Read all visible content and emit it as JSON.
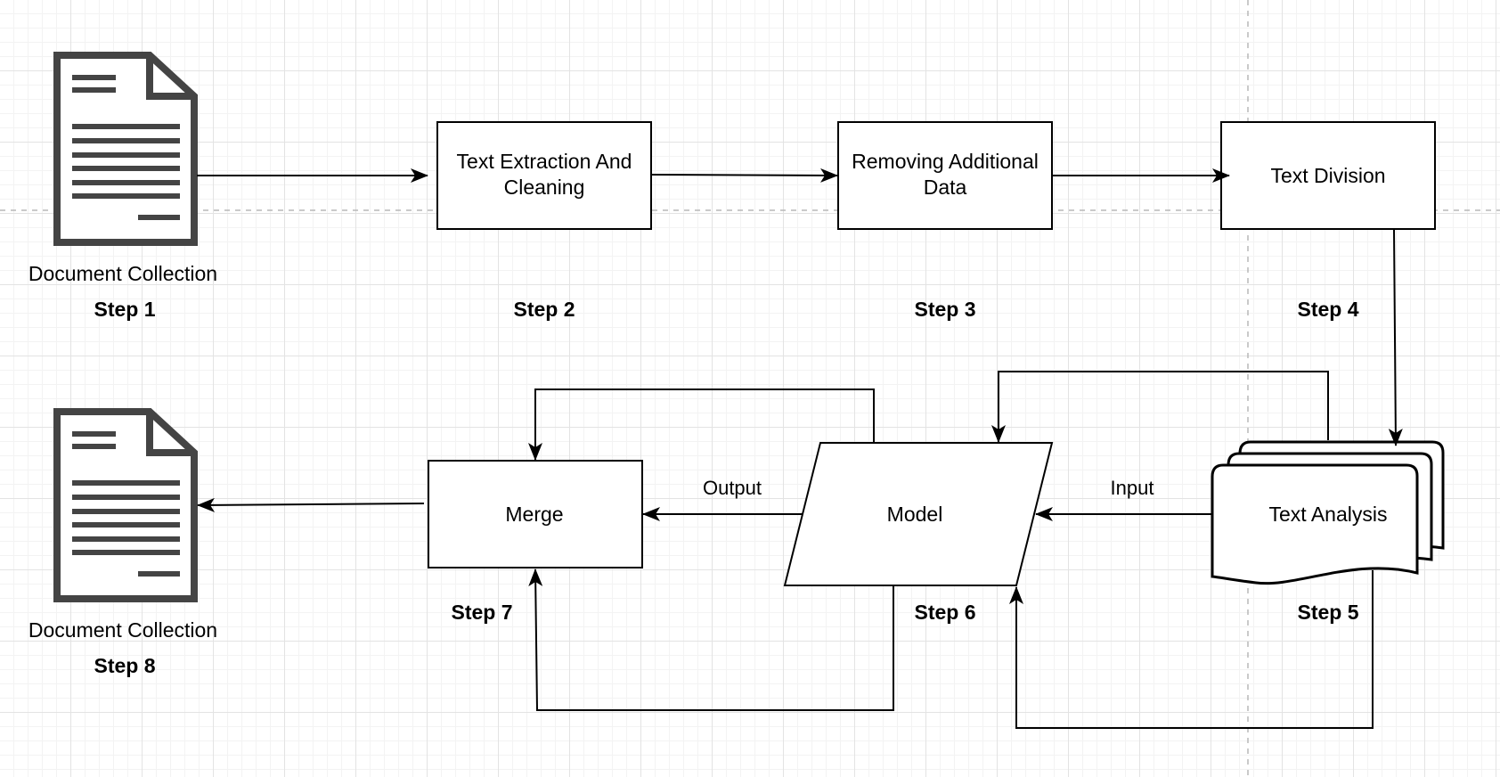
{
  "nodes": {
    "doc_top_label": "Document Collection",
    "extraction_label": [
      "Text Extraction And",
      "Cleaning"
    ],
    "removing_label": [
      "Removing Additional",
      "Data"
    ],
    "division_label": "Text Division",
    "analysis_label": "Text Analysis",
    "model_label": "Model",
    "merge_label": "Merge",
    "doc_bottom_label": "Document Collection"
  },
  "steps": {
    "step1": "Step 1",
    "step2": "Step 2",
    "step3": "Step 3",
    "step4": "Step 4",
    "step5": "Step 5",
    "step6": "Step 6",
    "step7": "Step 7",
    "step8": "Step 8"
  },
  "edges": {
    "input_label": "Input",
    "output_label": "Output"
  },
  "colors": {
    "stroke": "#000000",
    "icon": "#444444",
    "guide": "#b8b8b8"
  }
}
